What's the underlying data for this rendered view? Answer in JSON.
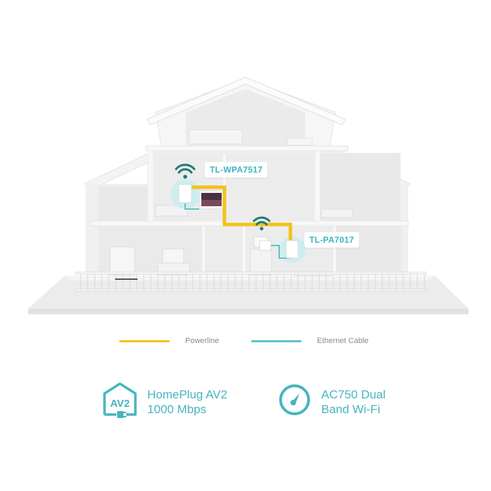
{
  "devices": [
    {
      "id": "extender",
      "label": "TL-WPA7517"
    },
    {
      "id": "adapter",
      "label": "TL-PA7017"
    }
  ],
  "legend": [
    {
      "label": "Powerline",
      "color": "#f2c21b"
    },
    {
      "label": "Ethernet Cable",
      "color": "#5fc4c8"
    }
  ],
  "features": [
    {
      "icon": "av2-house-icon",
      "badge": "AV2",
      "line1": "HomePlug AV2",
      "line2": "1000 Mbps"
    },
    {
      "icon": "speedometer-icon",
      "line1": "AC750 Dual",
      "line2": "Band Wi-Fi"
    }
  ],
  "colors": {
    "accent_teal": "#3bb5bf",
    "wifi_dark_teal": "#1f7c74",
    "powerline_yellow": "#f2c21b",
    "ethernet_teal": "#5fc4c8"
  }
}
